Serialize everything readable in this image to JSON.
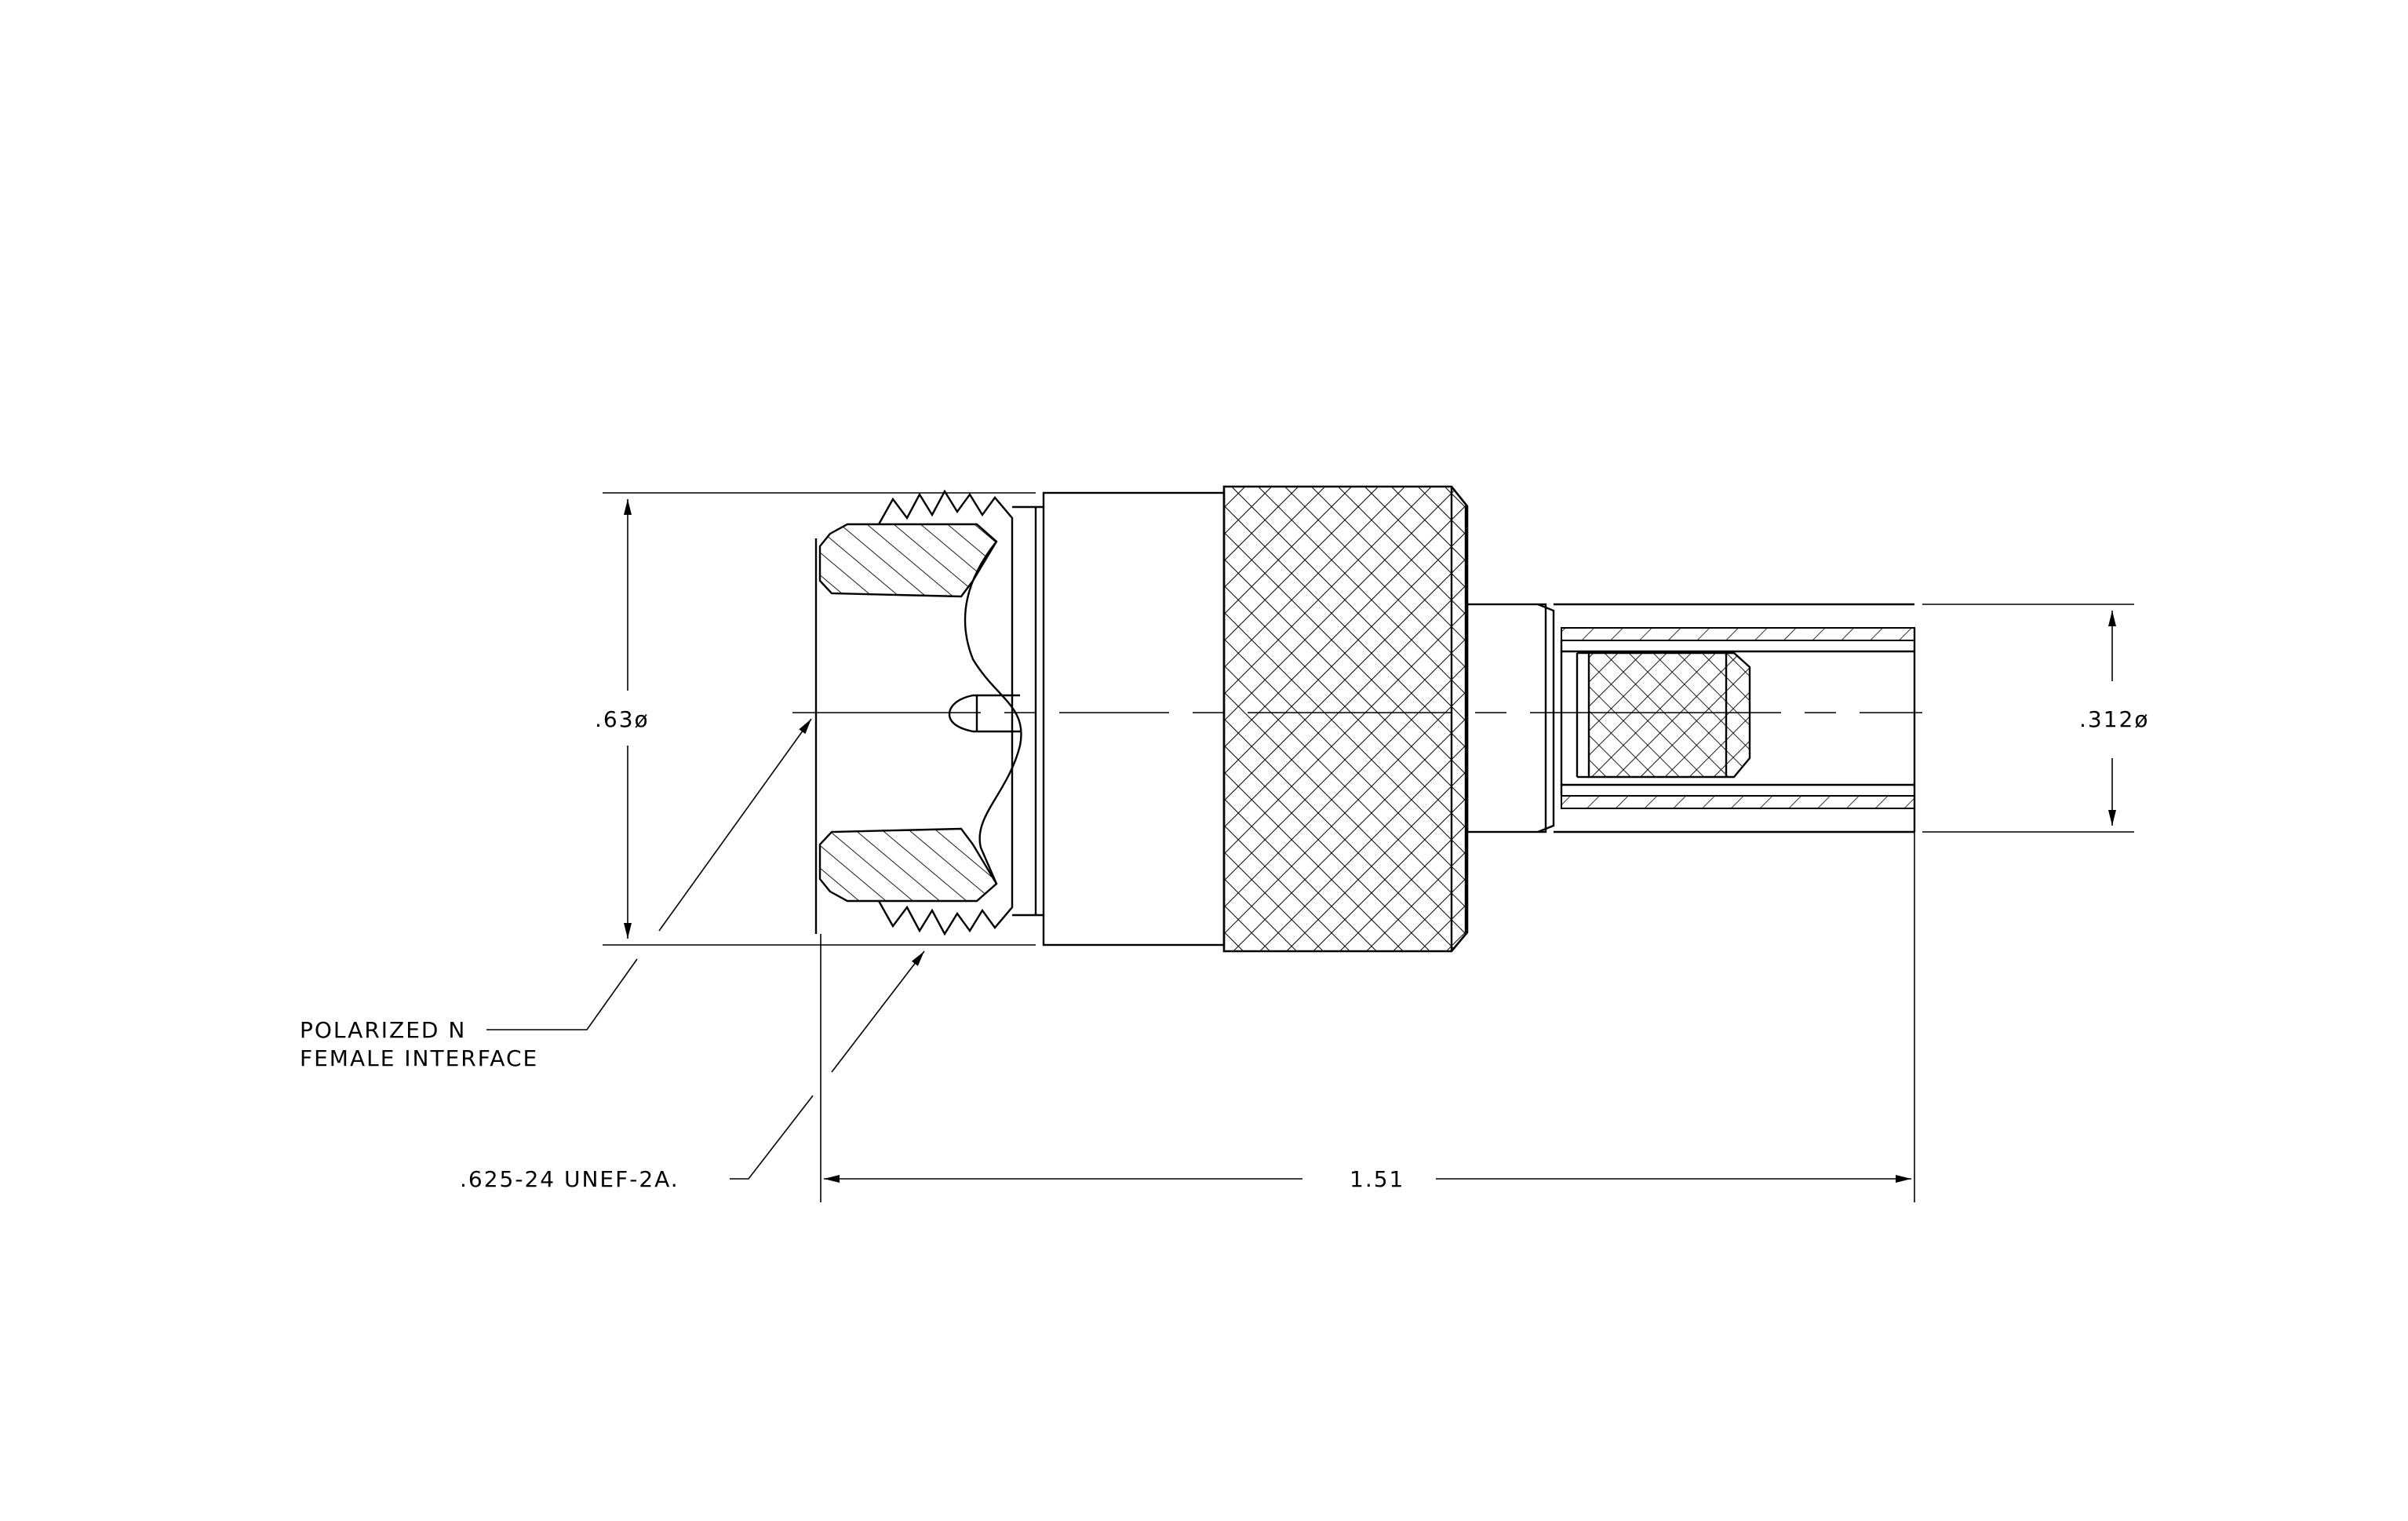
{
  "dimensions": {
    "body_diameter": ".63ø",
    "cable_diameter": ".312ø",
    "overall_length": "1.51"
  },
  "callouts": {
    "interface_line1": "POLARIZED N",
    "interface_line2": "FEMALE INTERFACE",
    "thread_spec": ".625-24 UNEF-2A."
  }
}
